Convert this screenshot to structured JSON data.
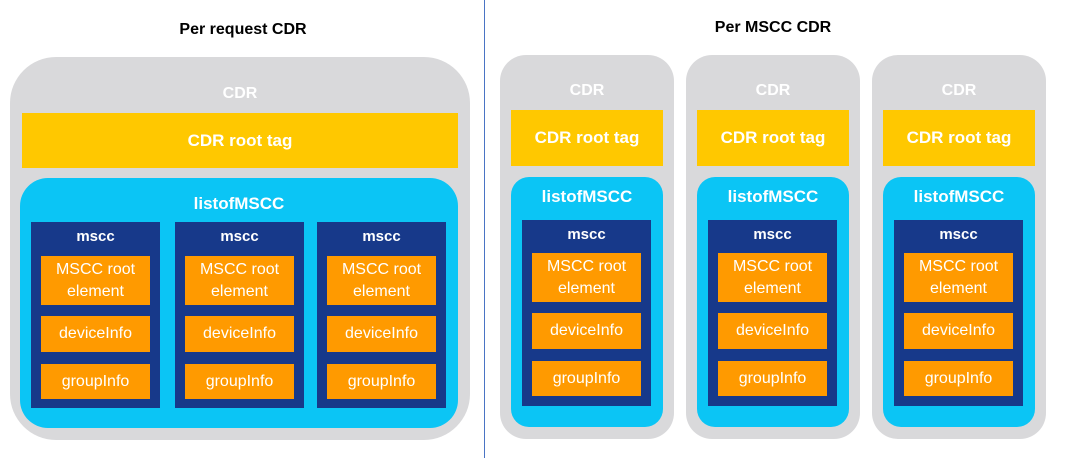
{
  "left": {
    "title": "Per request CDR",
    "cdr_label": "CDR",
    "root_tag": "CDR root tag",
    "list_label": "listofMSCC",
    "msccs": [
      {
        "label": "mscc",
        "root_element": "MSCC root element",
        "device_info": "deviceInfo",
        "group_info": "groupInfo"
      },
      {
        "label": "mscc",
        "root_element": "MSCC root element",
        "device_info": "deviceInfo",
        "group_info": "groupInfo"
      },
      {
        "label": "mscc",
        "root_element": "MSCC root element",
        "device_info": "deviceInfo",
        "group_info": "groupInfo"
      }
    ]
  },
  "right": {
    "title": "Per MSCC CDR",
    "cdrs": [
      {
        "cdr_label": "CDR",
        "root_tag": "CDR root tag",
        "list_label": "listofMSCC",
        "mscc": {
          "label": "mscc",
          "root_element": "MSCC root element",
          "device_info": "deviceInfo",
          "group_info": "groupInfo"
        }
      },
      {
        "cdr_label": "CDR",
        "root_tag": "CDR root tag",
        "list_label": "listofMSCC",
        "mscc": {
          "label": "mscc",
          "root_element": "MSCC root element",
          "device_info": "deviceInfo",
          "group_info": "groupInfo"
        }
      },
      {
        "cdr_label": "CDR",
        "root_tag": "CDR root tag",
        "list_label": "listofMSCC",
        "mscc": {
          "label": "mscc",
          "root_element": "MSCC root element",
          "device_info": "deviceInfo",
          "group_info": "groupInfo"
        }
      }
    ]
  },
  "colors": {
    "cdr_gray": "#d9d9db",
    "root_tag_yellow": "#ffc800",
    "list_cyan": "#0bc5f5",
    "mscc_navy": "#17398a",
    "element_orange": "#ff9a00",
    "divider_blue": "#4a74c4"
  }
}
